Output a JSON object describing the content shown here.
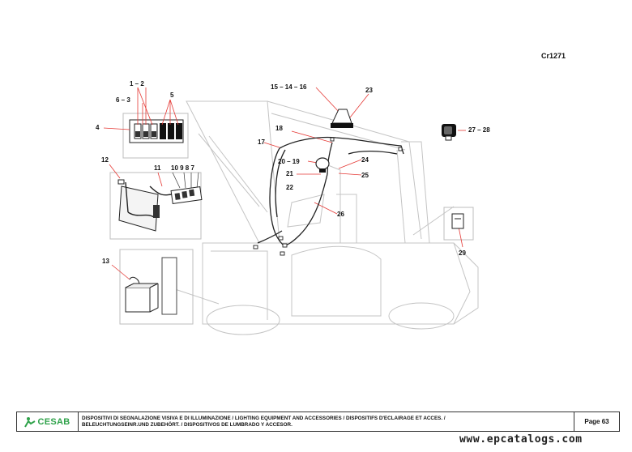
{
  "diagram": {
    "reference_code": "Cr1271",
    "callouts": {
      "c1_2": "1 – 2",
      "c6_3": "6 – 3",
      "c5": "5",
      "c4": "4",
      "c12": "12",
      "c11": "11",
      "c10_9_8_7": "10  9  8  7",
      "c13": "13",
      "c15_14_16": "15 – 14 – 16",
      "c23": "23",
      "c18": "18",
      "c17": "17",
      "c20_19": "20 – 19",
      "c21": "21",
      "c22": "22",
      "c24": "24",
      "c25": "25",
      "c26": "26",
      "c27_28": "27 – 28",
      "c29": "29"
    }
  },
  "footer": {
    "brand": "CESAB",
    "description_line1": "DISPOSITIVI DI SEGNALAZIONE VISIVA E DI ILLUMINAZIONE / LIGHTING EQUIPMENT AND ACCESSORIES / DISPOSITIFS D'ECLAIRAGE ET ACCES. /",
    "description_line2": "BELEUCHTUNGSEINR.UND ZUBEHÖRT. / DISPOSITIVOS DE LUMBRADO Y ACCESOR.",
    "page_label": "Page 63"
  },
  "watermark": "www.epcatalogs.com",
  "colors": {
    "brand_green": "#2fa24a",
    "line_gray": "#b8b8b8",
    "ink": "#111111"
  }
}
